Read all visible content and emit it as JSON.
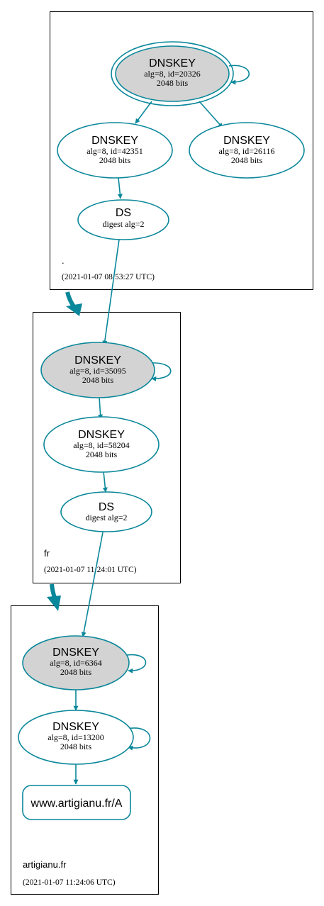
{
  "colors": {
    "edge": "#0a879a",
    "zone_border": "#000000",
    "ksk_fill": "#d3d3d3",
    "node_fill": "#ffffff",
    "text": "#000000"
  },
  "zones": [
    {
      "id": "root",
      "name": ".",
      "timestamp": "(2021-01-07 08:53:27 UTC)",
      "nodes": [
        {
          "id": "root-ksk",
          "kind": "dnskey",
          "title": "DNSKEY",
          "line1": "alg=8, id=20326",
          "line2": "2048 bits",
          "ksk": true,
          "trust_anchor": true,
          "self_signed": true
        },
        {
          "id": "root-zsk1",
          "kind": "dnskey",
          "title": "DNSKEY",
          "line1": "alg=8, id=42351",
          "line2": "2048 bits",
          "ksk": false,
          "self_signed": false
        },
        {
          "id": "root-zsk2",
          "kind": "dnskey",
          "title": "DNSKEY",
          "line1": "alg=8, id=26116",
          "line2": "2048 bits",
          "ksk": false,
          "self_signed": false
        },
        {
          "id": "root-ds",
          "kind": "ds",
          "title": "DS",
          "line1": "digest alg=2"
        }
      ]
    },
    {
      "id": "fr",
      "name": "fr",
      "timestamp": "(2021-01-07 11:24:01 UTC)",
      "nodes": [
        {
          "id": "fr-ksk",
          "kind": "dnskey",
          "title": "DNSKEY",
          "line1": "alg=8, id=35095",
          "line2": "2048 bits",
          "ksk": true,
          "self_signed": true
        },
        {
          "id": "fr-zsk",
          "kind": "dnskey",
          "title": "DNSKEY",
          "line1": "alg=8, id=58204",
          "line2": "2048 bits",
          "ksk": false,
          "self_signed": false
        },
        {
          "id": "fr-ds",
          "kind": "ds",
          "title": "DS",
          "line1": "digest alg=2"
        }
      ]
    },
    {
      "id": "artigianu",
      "name": "artigianu.fr",
      "timestamp": "(2021-01-07 11:24:06 UTC)",
      "nodes": [
        {
          "id": "art-ksk",
          "kind": "dnskey",
          "title": "DNSKEY",
          "line1": "alg=8, id=6364",
          "line2": "2048 bits",
          "ksk": true,
          "self_signed": true
        },
        {
          "id": "art-zsk",
          "kind": "dnskey",
          "title": "DNSKEY",
          "line1": "alg=8, id=13200",
          "line2": "2048 bits",
          "ksk": false,
          "self_signed": true
        },
        {
          "id": "art-rrset",
          "kind": "rrset",
          "title": "www.artigianu.fr/A"
        }
      ]
    }
  ],
  "edges": [
    {
      "from": "root-ksk",
      "to": "root-zsk1"
    },
    {
      "from": "root-ksk",
      "to": "root-zsk2"
    },
    {
      "from": "root-zsk1",
      "to": "root-ds"
    },
    {
      "from": "root-ds",
      "to": "fr-ksk"
    },
    {
      "from": "fr-ksk",
      "to": "fr-zsk"
    },
    {
      "from": "fr-zsk",
      "to": "fr-ds"
    },
    {
      "from": "fr-ds",
      "to": "art-ksk"
    },
    {
      "from": "art-ksk",
      "to": "art-zsk"
    },
    {
      "from": "art-zsk",
      "to": "art-rrset"
    }
  ],
  "delegations": [
    {
      "from": "root",
      "to": "fr"
    },
    {
      "from": "fr",
      "to": "artigianu"
    }
  ]
}
